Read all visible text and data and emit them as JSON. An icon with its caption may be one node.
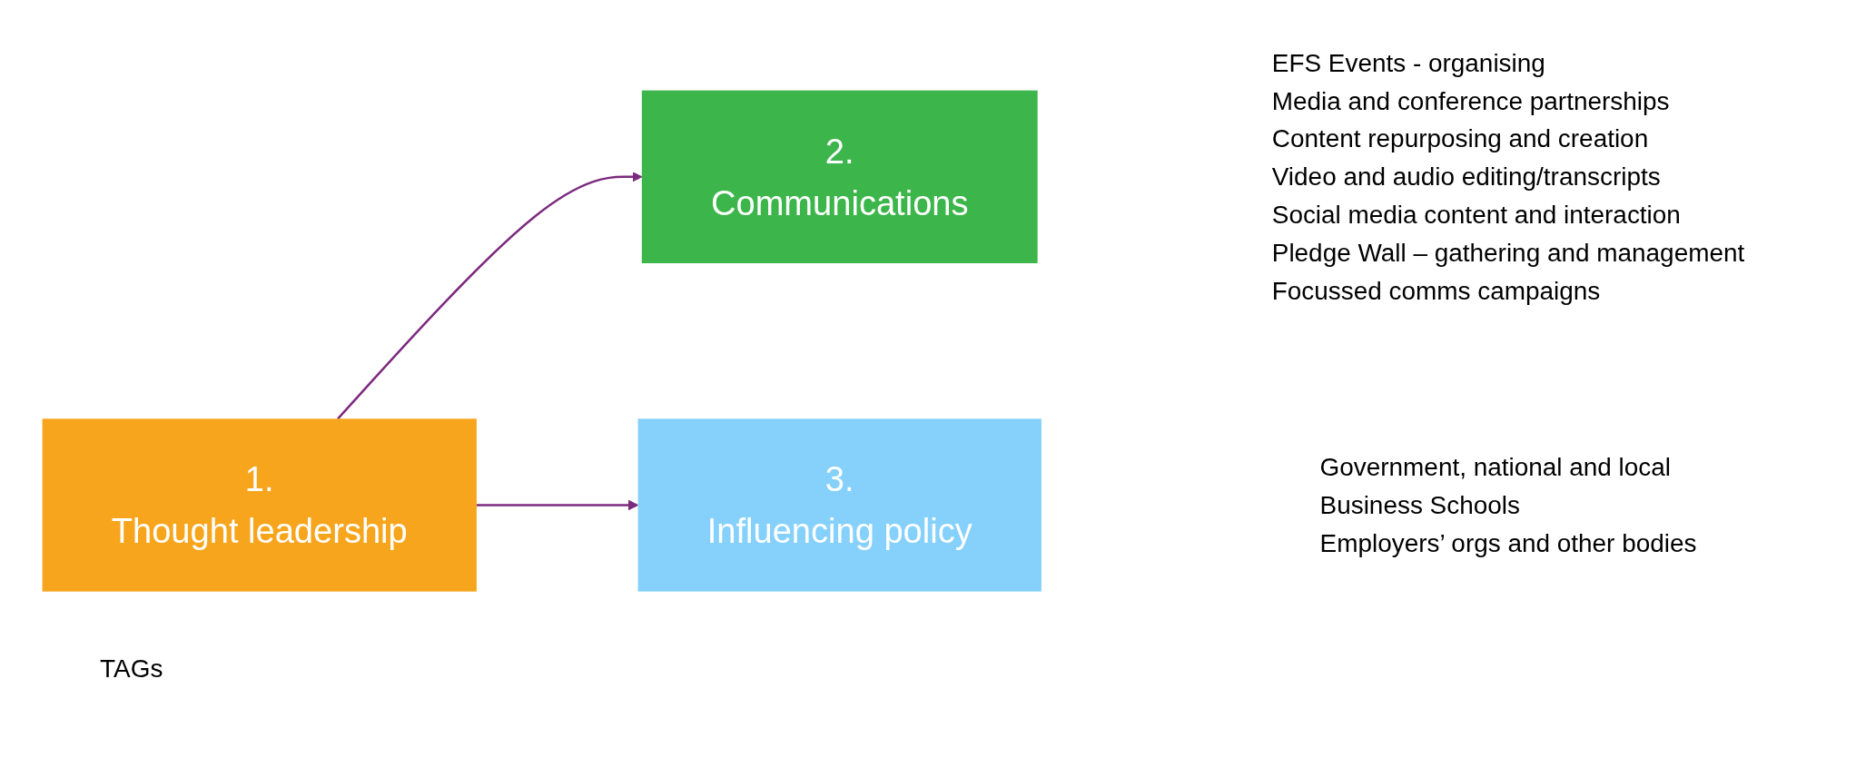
{
  "diagram": {
    "nodes": [
      {
        "text": [
          "1.",
          "Thought leadership"
        ],
        "beside": [
          "TAGs"
        ]
      },
      {
        "text": [
          "2.",
          "Communications"
        ],
        "beside": [
          "EFS Events - organising",
          "Media and conference partnerships",
          "Content repurposing and creation",
          "Video and audio editing/transcripts",
          "Social media content and interaction",
          "Pledge Wall – gathering and management",
          "Focussed comms campaigns"
        ]
      },
      {
        "text": [
          "3.",
          "Influencing policy"
        ],
        "beside": [
          "Government, national and local",
          "Business Schools",
          "Employers’ orgs and other bodies"
        ]
      }
    ],
    "edges": [
      {
        "from": 0,
        "to": 1,
        "arrow": "to"
      },
      {
        "from": 0,
        "to": 2,
        "arrow": "to"
      }
    ]
  }
}
